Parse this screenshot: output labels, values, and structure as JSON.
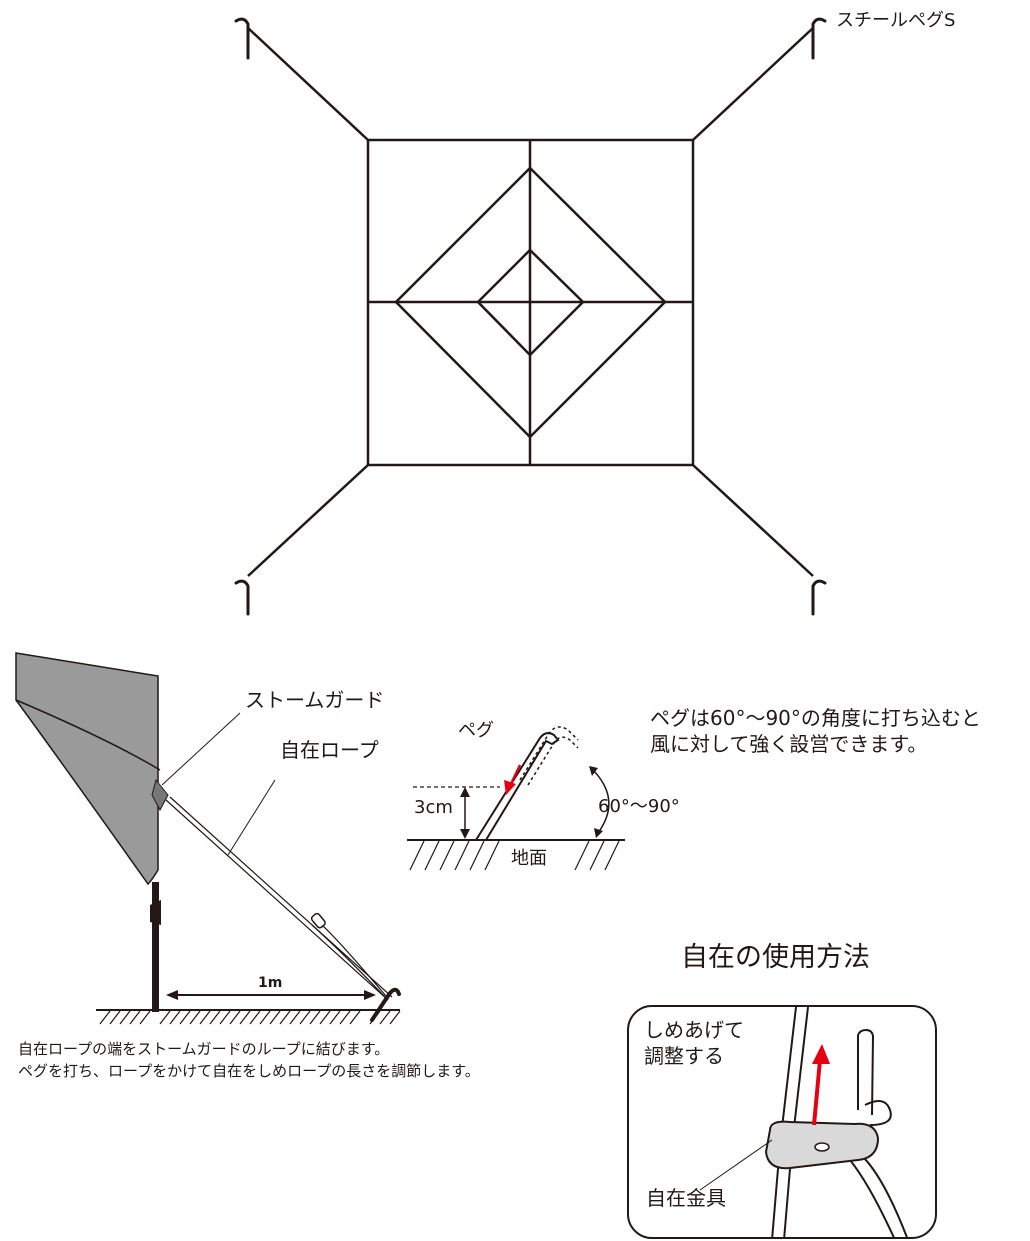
{
  "colors": {
    "line": "#231815",
    "shade": "#9a9a9a",
    "accent": "#e50012"
  },
  "top_diagram": {
    "peg_label": "スチールペグS"
  },
  "tent_diagram": {
    "storm_guard": "ストームガード",
    "guy_rope": "自在ロープ",
    "distance": "1m",
    "caption_line1": "自在ロープの端をストームガードのループに結びます。",
    "caption_line2": "ペグを打ち、ロープをかけて自在をしめロープの長さを調節します。"
  },
  "peg_diagram": {
    "peg": "ペグ",
    "depth": "3cm",
    "angle": "60°〜90°",
    "ground": "地面"
  },
  "note": {
    "line1": "ペグは60°〜90°の角度に打ち込むと",
    "line2": "風に対して強く設営できます。"
  },
  "adjuster_section": {
    "title": "自在の使用方法",
    "tighten_line1": "しめあげて",
    "tighten_line2": "調整する",
    "fitting": "自在金具"
  }
}
